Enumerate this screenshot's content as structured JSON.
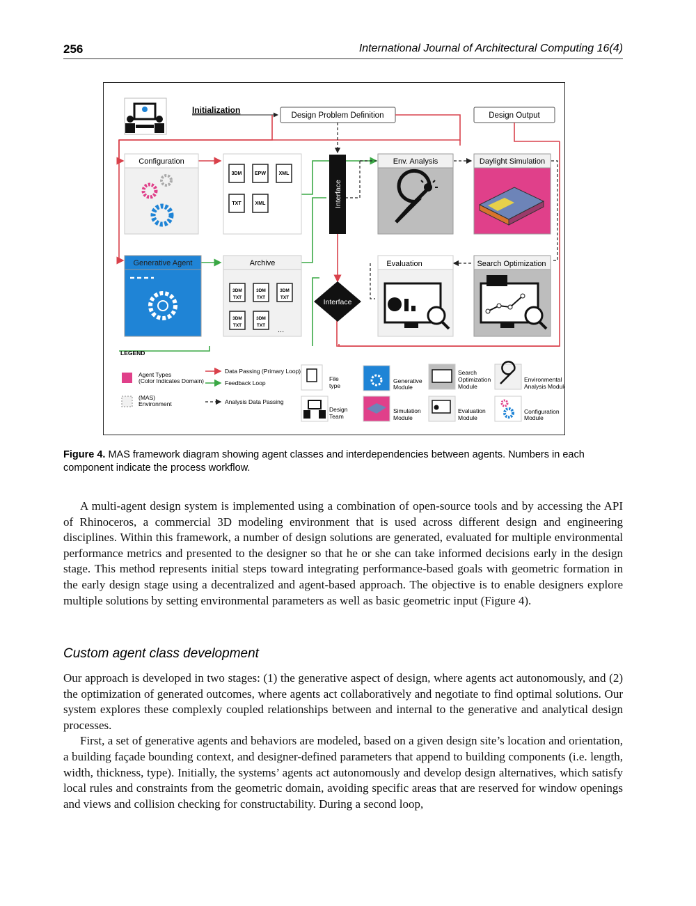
{
  "header": {
    "page_number": "256",
    "journal": "International Journal of Architectural Computing 16(4)"
  },
  "figure": {
    "labels": {
      "initialization": "Initialization",
      "design_problem_definition": "Design Problem Definition",
      "design_output": "Design Output",
      "configuration": "Configuration",
      "env_analysis": "Env. Analysis",
      "daylight_simulation": "Daylight Simulation",
      "generative_agent": "Generative Agent",
      "archive": "Archive",
      "evaluation": "Evaluation",
      "search_optimization": "Search Optimization",
      "interface_vertical": "Interface",
      "interface_diamond": "Interface",
      "ellipsis": "..."
    },
    "file_tags": {
      "config_files": [
        "3DM",
        "EPW",
        "XML",
        "TXT",
        "XML"
      ],
      "archive_files": [
        "3DM",
        "3DM",
        "3DM",
        "3DM",
        "3DM"
      ],
      "archive_sub": "TXT"
    },
    "legend": {
      "title": "LEGEND",
      "agent_types_1": "Agent Types",
      "agent_types_2": "(Color Indicates Domain)",
      "mas_1": "(MAS)",
      "mas_2": "Environment",
      "data_passing": "Data Passing (Primary Loop)",
      "feedback_loop": "Feedback Loop",
      "analysis_data_passing": "Analysis Data Passing",
      "file_1": "File",
      "file_2": "type",
      "design_1": "Design",
      "design_2": "Team",
      "generative_1": "Generative",
      "generative_2": "Module",
      "simulation_1": "Simulation",
      "simulation_2": "Module",
      "search_1": "Search",
      "search_2": "Optimization",
      "search_3": "Module",
      "evaluation_1": "Evaluation",
      "evaluation_2": "Module",
      "environmental_1": "Environmental",
      "environmental_2": "Analysis Module",
      "configuration_1": "Configuration",
      "configuration_2": "Module"
    },
    "colors": {
      "red": "#d9414b",
      "green": "#3aa845",
      "blue": "#1f84d6",
      "pink": "#e0408a",
      "gray_panel": "#bdbdbd",
      "light_panel": "#f1f1f1"
    }
  },
  "caption": {
    "label": "Figure 4.",
    "text": " MAS framework diagram showing agent classes and interdependencies between agents. Numbers in each component indicate the process workflow."
  },
  "body": {
    "p1": "A multi-agent design system is implemented using a combination of open-source tools and by accessing the API of Rhinoceros, a commercial 3D modeling environment that is used across different design and engineering disciplines. Within this framework, a number of design solutions are generated, evaluated for multiple environmental performance metrics and presented to the designer so that he or she can take informed decisions early in the design stage. This method represents initial steps toward integrating performance-based goals with geometric formation in the early design stage using a decentralized and agent-based approach. The objective is to enable designers explore multiple solutions by setting environmental parameters as well as basic geometric input (Figure 4).",
    "section_title": "Custom agent class development",
    "p2": "Our approach is developed in two stages: (1) the generative aspect of design, where agents act autonomously, and (2) the optimization of generated outcomes, where agents act collaboratively and negotiate to find optimal solutions. Our system explores these complexly coupled relationships between and internal to the generative and analytical design processes.",
    "p3": "First, a set of generative agents and behaviors are modeled, based on a given design site’s location and orientation, a building façade bounding context, and designer-defined parameters that append to building components (i.e. length, width, thickness, type). Initially, the systems’ agents act autonomously and develop design alternatives, which satisfy local rules and constraints from the geometric domain, avoiding specific areas that are reserved for window openings and views and collision checking for constructability. During a second loop,"
  }
}
